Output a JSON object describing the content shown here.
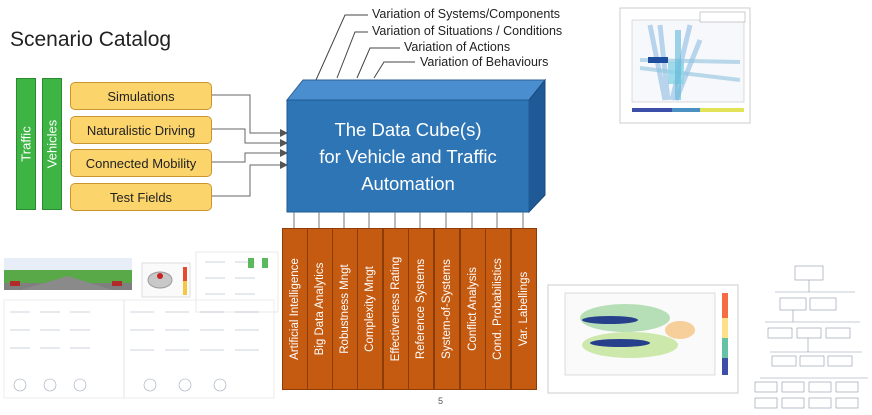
{
  "title": "Scenario Catalog",
  "side_bars": [
    "Traffic",
    "Vehicles"
  ],
  "sources": [
    "Simulations",
    "Naturalistic Driving",
    "Connected Mobility",
    "Test Fields"
  ],
  "variations": [
    "Variation of Systems/Components",
    "Variation of Situations / Conditions",
    "Variation of Actions",
    "Variation of Behaviours"
  ],
  "cube": {
    "line1": "The Data Cube(s)",
    "line2": "for Vehicle and Traffic",
    "line3": "Automation",
    "front_color": "#2e75b6",
    "top_color": "#4a8ed0",
    "side_color": "#1f5a96"
  },
  "methods": [
    "Artificial Intelligence",
    "Big Data Analytics",
    "Robustness Mngt",
    "Complexity Mngt",
    "Effectiveness Rating",
    "Reference Systems",
    "System-of-Systems",
    "Conflict Analysis",
    "Cond. Probabilistics",
    "Var. Labellings"
  ],
  "page_number": "5",
  "colors": {
    "green": "#3db443",
    "yellow": "#fbd46b",
    "orange": "#c55a11"
  }
}
